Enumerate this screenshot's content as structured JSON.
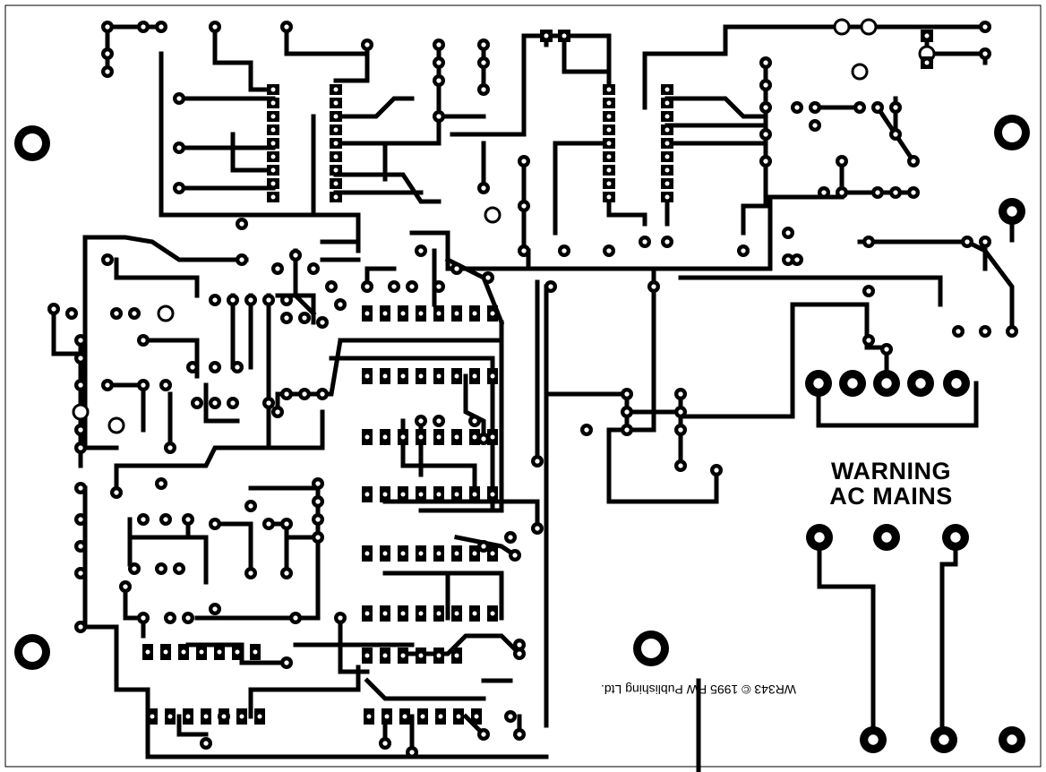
{
  "board": {
    "warning_line1": "WARNING",
    "warning_line2": "AC MAINS",
    "copyright": "WR343 © 1995 PW Publishing Ltd.",
    "colors": {
      "copper": "#000000",
      "substrate": "#ffffff"
    }
  }
}
